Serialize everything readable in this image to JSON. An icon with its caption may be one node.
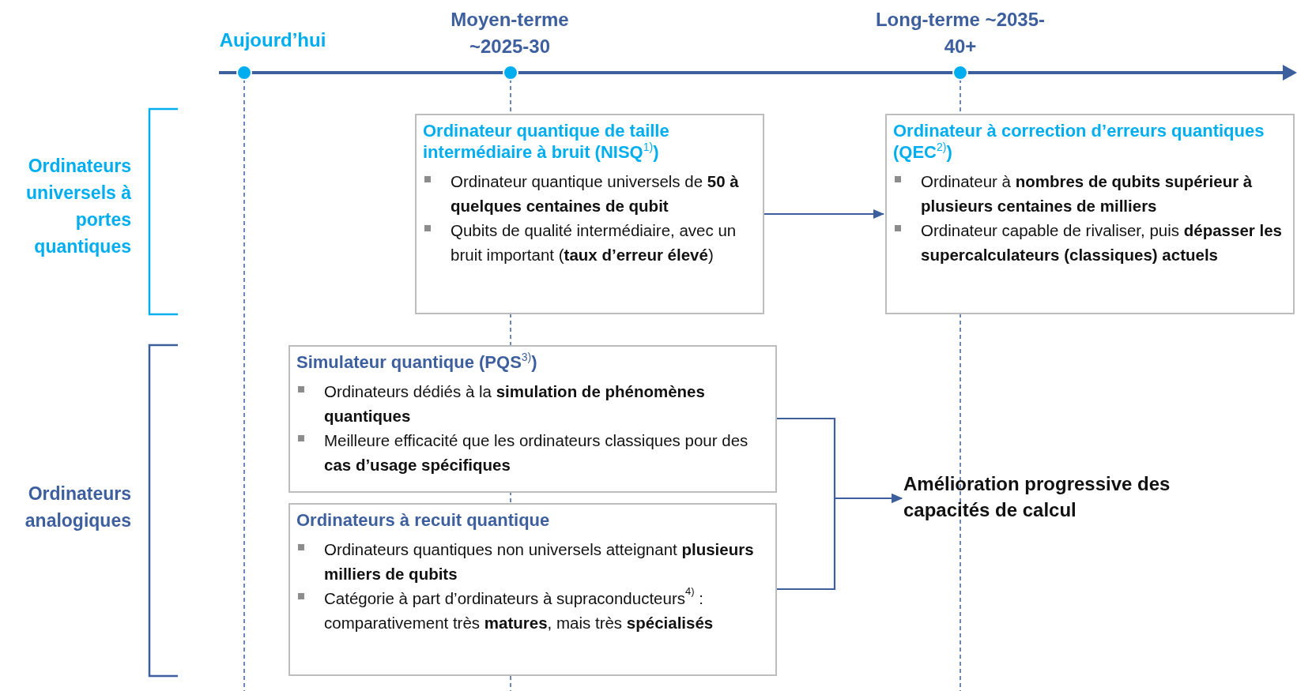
{
  "diagram": {
    "nodes": [
      {
        "text": [
          "Ordinateur quantique de taille intermédiaire à bruit (NISQ$^{1)}$)",
          "Ordinateur quantique universels de **50 à quelques centaines de qubit**",
          "Qubits de qualité intermédiaire, avec un bruit important (**taux d’erreur élevé**)"
        ]
      },
      {
        "text": [
          "Ordinateur à correction d’erreurs quantiques (QEC$^{2)}$)",
          "Ordinateur à **nombres de qubits supérieur à plusieurs centaines de milliers**",
          "Ordinateur capable de rivaliser, puis **dépasser les supercalculateurs (classiques) actuels**"
        ]
      },
      {
        "text": [
          "Simulateur quantique (PQS$^{3)}$)",
          "Ordinateurs dédiés à la **simulation de phénomènes quantiques**",
          "Meilleure efficacité que les ordinateurs classiques pour des **cas d’usage spécifiques**"
        ]
      },
      {
        "text": [
          "Ordinateurs à recuit quantique",
          "Ordinateurs quantiques non universels atteignant **plusieurs milliers de qubits**",
          "Catégorie à part d’ordinateurs à supraconducteurs$^{4)}$ : comparativement très **matures**, mais très **spécialisés**"
        ]
      },
      {
        "text": [
          "Amélioration progressive des capacités de calcul"
        ]
      }
    ],
    "edges": [
      {
        "from": 0,
        "to": 1,
        "arrow": "to"
      },
      {
        "from": 2,
        "to": 4,
        "arrow": "to"
      },
      {
        "from": 3,
        "to": 4,
        "arrow": "to"
      }
    ],
    "labels": [
      "Aujourd’hui",
      "Moyen-terme ~2025-30",
      "Long-terme ~2035-40+",
      "Ordinateurs universels à portes quantiques",
      "Ordinateurs analogiques"
    ]
  }
}
